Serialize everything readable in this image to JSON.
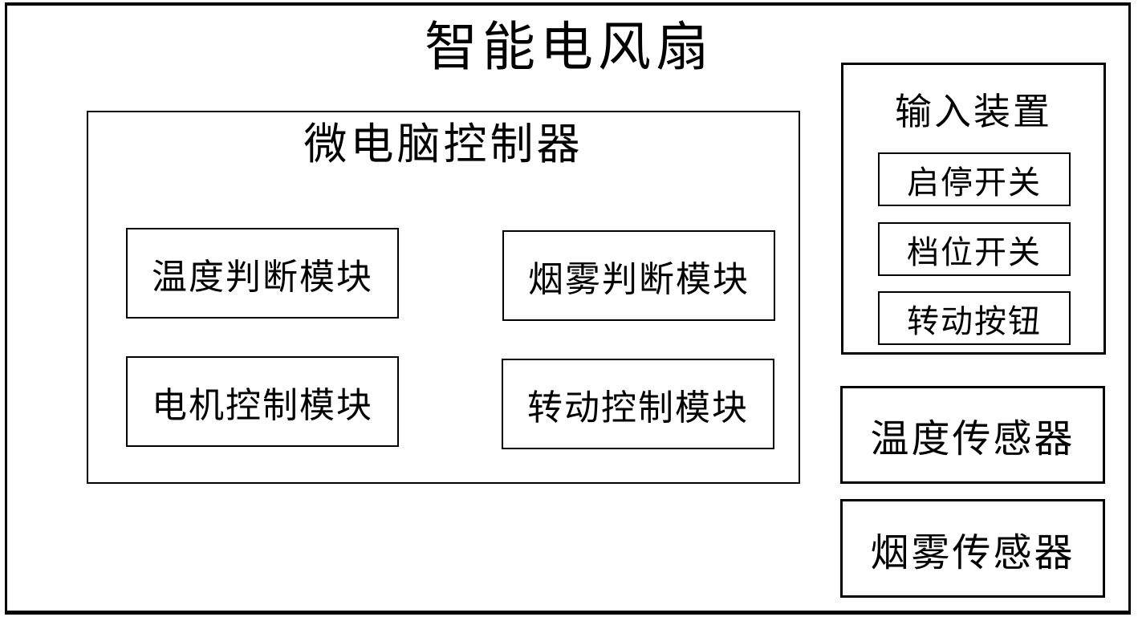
{
  "diagram": {
    "title": "智能电风扇",
    "controller": {
      "label": "微电脑控制器",
      "modules": [
        {
          "label": "温度判断模块"
        },
        {
          "label": "烟雾判断模块"
        },
        {
          "label": "电机控制模块"
        },
        {
          "label": "转动控制模块"
        }
      ]
    },
    "input_device": {
      "label": "输入装置",
      "items": [
        {
          "label": "启停开关"
        },
        {
          "label": "档位开关"
        },
        {
          "label": "转动按钮"
        }
      ]
    },
    "sensors": [
      {
        "label": "温度传感器"
      },
      {
        "label": "烟雾传感器"
      }
    ],
    "colors": {
      "line": "#000000",
      "background": "#ffffff"
    }
  }
}
